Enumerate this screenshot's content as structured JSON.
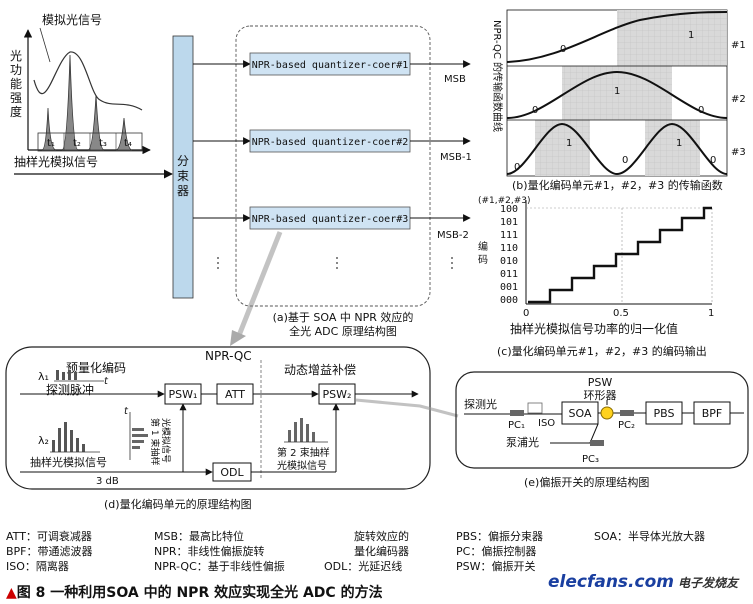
{
  "quantizer_labels": [
    "NPR-based quantizer-coer#1",
    "NPR-based quantizer-coer#2",
    "NPR-based quantizer-coer#3"
  ],
  "msb_labels": [
    "MSB",
    "MSB-1",
    "MSB-2"
  ],
  "input": {
    "analog_label": "模拟光信号",
    "y_axis": "光功能强度",
    "ticks": [
      "t₁",
      "t₂",
      "t₃",
      "t₄"
    ],
    "sampled_label": "抽样光模拟信号",
    "splitter": "分束器"
  },
  "panel_a_caption": [
    "(a)基于 SOA 中 NPR 效应的",
    "全光 ADC 原理结构图"
  ],
  "panel_b": {
    "y_label": "NPR-QC 的传输函数曲线",
    "unit_tags": [
      "#1",
      "#2",
      "#3"
    ],
    "region_values": [
      "0",
      "1",
      "0",
      "1",
      "0",
      "0",
      "1",
      "0",
      "1",
      "0"
    ],
    "caption": "(b)量化编码单元#1，#2，#3 的传输函数"
  },
  "panel_c": {
    "header": "(#1,#2,#3)",
    "codes": [
      "100",
      "101",
      "111",
      "110",
      "010",
      "011",
      "001",
      "000"
    ],
    "y_label": "编码",
    "x_ticks": [
      "0",
      "0.5",
      "1"
    ],
    "x_label": "抽样光模拟信号功率的归一化值",
    "caption": "(c)量化编码单元#1，#2，#3 的编码输出"
  },
  "panel_d": {
    "title": "NPR-QC",
    "pre_quant": "预量化编码",
    "probe_pulse": "探测脉冲",
    "lambda1": "λ₁",
    "lambda2": "λ₂",
    "t": "t",
    "psw1": "PSW₁",
    "att": "ATT",
    "odl": "ODL",
    "db": "3 dB",
    "sampled": "抽样光模拟信号",
    "first_beam": [
      "第 1 束抽样",
      "光模拟信号"
    ],
    "gain_comp": "动态增益补偿",
    "psw2": "PSW₂",
    "second_beam": [
      "第 2 束抽样",
      "光模拟信号"
    ],
    "caption": "(d)量化编码单元的原理结构图"
  },
  "panel_e": {
    "psw_label": [
      "PSW",
      "环形器"
    ],
    "probe": "探测光",
    "pc1": "PC₁",
    "iso": "ISO",
    "soa": "SOA",
    "pc2": "PC₂",
    "pbs": "PBS",
    "bpf": "BPF",
    "pump": "泵浦光",
    "pc3": "PC₃",
    "caption": "(e)偏振开关的原理结构图"
  },
  "legend": [
    [
      "ATT：可调衰减器",
      "MSB：最高比特位",
      "旋转效应的",
      "PBS：偏振分束器",
      "SOA：半导体光放大器"
    ],
    [
      "BPF：带通滤波器",
      "NPR：非线性偏振旋转",
      "量化编码器",
      "PC：偏振控制器",
      ""
    ],
    [
      "ISO：隔离器",
      "NPR-QC：基于非线性偏振",
      "ODL：光延迟线",
      "PSW：偏振开关",
      ""
    ]
  ],
  "caption_text": "图 8  一种利用SOA 中的 NPR 效应实现全光 ADC 的方法",
  "caption_marker": "▲",
  "watermark": "elecfans.com",
  "watermark_sub": "电子发烧友",
  "quantizer_fill": "#cfe3f3",
  "splitter_fill": "#bcd8ec",
  "shade_fill": "#d9d9d9"
}
